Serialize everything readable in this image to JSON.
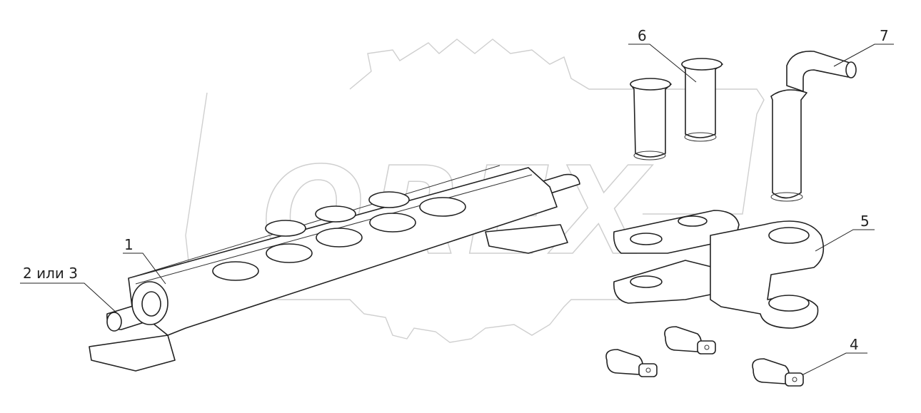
{
  "labels": {
    "part1": "1",
    "part2or3": "2 или 3",
    "part4": "4",
    "part5": "5",
    "part6": "6",
    "part7": "7"
  },
  "watermark": {
    "text": "OREX"
  }
}
